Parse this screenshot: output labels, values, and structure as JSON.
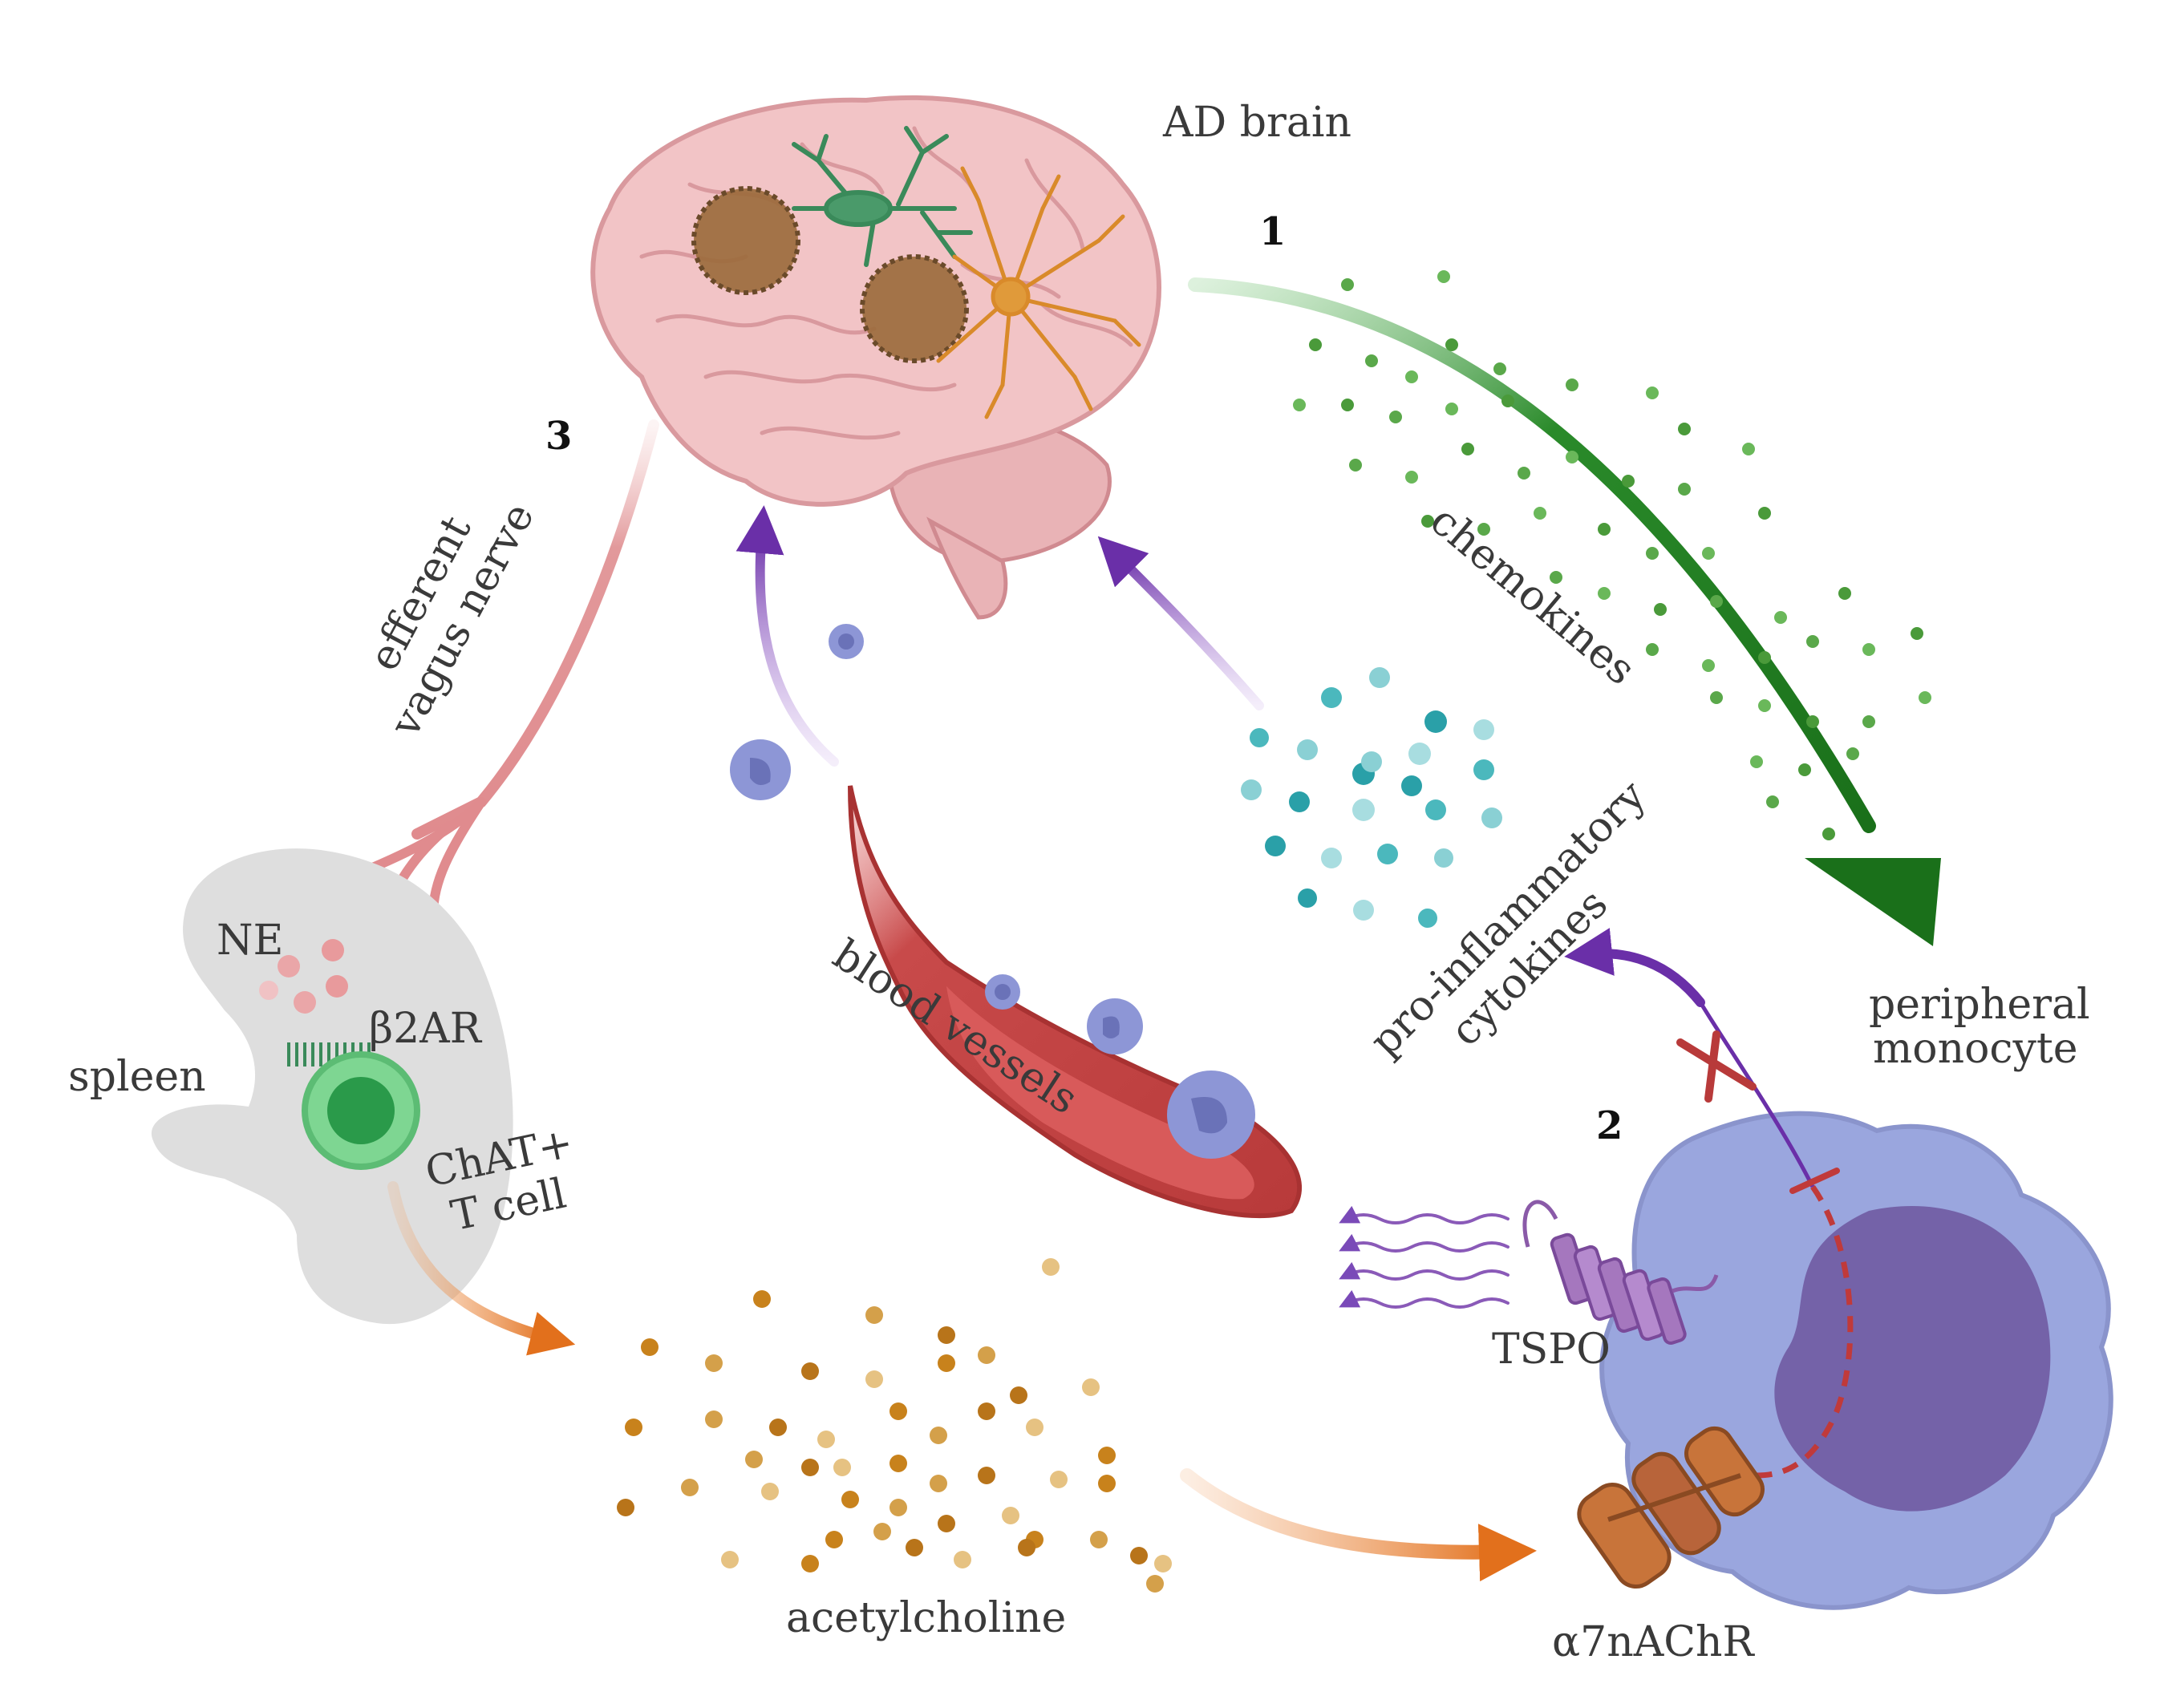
{
  "labels": {
    "ad_brain": "AD brain",
    "chemokines": "chemokines",
    "pro_inflammatory": "pro-inflammatory",
    "cytokines": "cytokines",
    "peripheral": "peripheral",
    "monocyte": "monocyte",
    "blood_vessels": "blood vessels",
    "efferent": "efferent",
    "vagus_nerve": "vagus nerve",
    "ne": "NE",
    "b2ar": "β2AR",
    "spleen": "spleen",
    "chat": "ChAT+",
    "t_cell": "T cell",
    "acetylcholine": "acetylcholine",
    "tspo": "TSPO",
    "a7nachr": "α7nAChR"
  },
  "steps": {
    "one": "1",
    "two": "2",
    "three": "3"
  },
  "colors": {
    "brain": "#f2c4c6",
    "brain_outline": "#d9999e",
    "plaque": "#8a5a2a",
    "neuron_green": "#3a8a5a",
    "astrocyte": "#d98a2a",
    "chemokine_arrow": "#1f7a1f",
    "chemokine_dot": "#5aa84a",
    "cytokine_dot": "#4bb8bd",
    "purple_arrow": "#6a2fa8",
    "vessel": "#c84a4a",
    "vessel_dark": "#a83232",
    "leukocyte": "#8d96d6",
    "monocyte": "#9aa6de",
    "monocyte_nucleus": "#7462a8",
    "spleen": "#dedede",
    "tcell": "#5cbc74",
    "nerve": "#e2999b",
    "acetylcholine": "#c8821c",
    "orange_arrow": "#e2701c",
    "receptor": "#b8643a",
    "tspo": "#a577be",
    "block_red": "#c03a3a"
  }
}
